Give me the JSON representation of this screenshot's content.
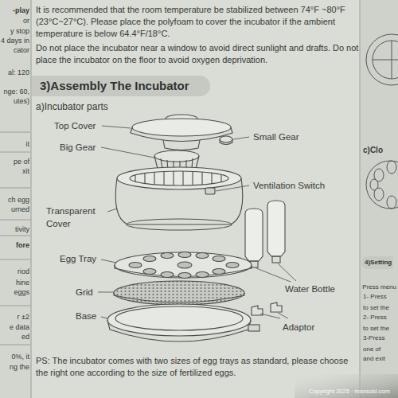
{
  "diagram": {
    "nodes": [
      {
        "text": [
          "3)Assembly The Incubator"
        ]
      },
      {
        "text": [
          "4)Setting"
        ]
      }
    ],
    "labels": [
      "It is recommended that the room temperature be stabilized between 74°F ~80°F (23°C~27°C). Please place the polyfoam to cover the incubator if the ambient temperature is below 64.4°F/18°C.",
      "Do not place the incubator near a window to avoid direct sunlight and drafts. Do not place the incubator on the floor to avoid oxygen deprivation.",
      "a)Incubator parts",
      "Top Cover",
      "Small Gear",
      "Big Gear",
      "Ventilation Switch",
      "Transparent Cover",
      "Egg Tray",
      "Water Bottle",
      "Grid",
      "Base",
      "Adaptor",
      "PS: The incubator comes with two sizes of egg trays as standard, please choose the right one according to the size of fertilized eggs.",
      "-play",
      "or",
      "y stop",
      "4 days in",
      "cator",
      "al: 120",
      "nge: 60,",
      "utes)",
      "it",
      "pe of",
      "xit",
      "ch egg",
      "urned",
      "tivity",
      "fore",
      "riod",
      "hine",
      "eggs",
      "r ±2",
      "e data",
      "ed",
      "0%, it",
      "ng the",
      "c)Clo",
      "Press menu",
      "1- Press",
      "to set the",
      "2- Press",
      "to set the",
      "3-Press",
      "one of",
      "and exit",
      "Copyright 2025 · maxsold.com"
    ]
  }
}
